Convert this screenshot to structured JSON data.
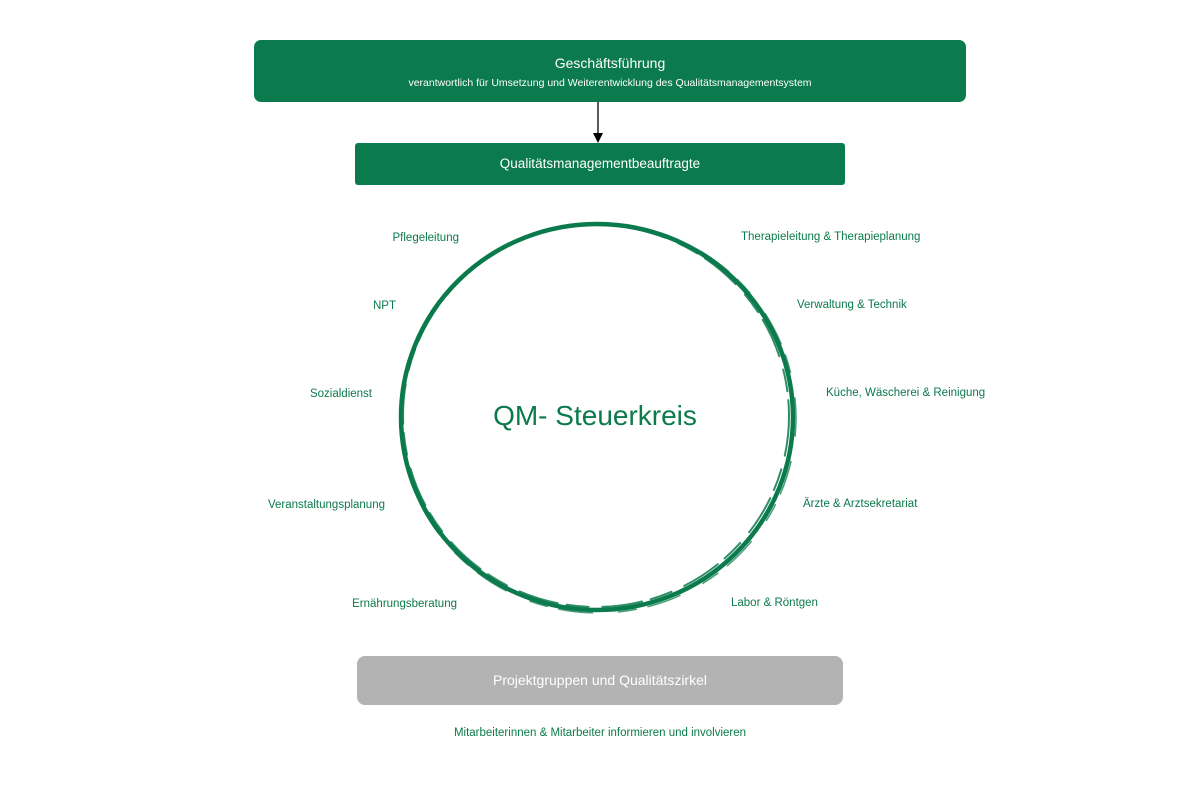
{
  "top_box": {
    "title": "Geschäftsführung",
    "subtitle": "verantwortlich für Umsetzung und Weiterentwicklung des Qualitätsmanagementsystem"
  },
  "qm_box": {
    "label": "Qualitätsmanagementbeauftragte"
  },
  "circle": {
    "title": "QM- Steuerkreis",
    "left_members": [
      "Pflegeleitung",
      "NPT",
      "Sozialdienst",
      "Veranstaltungsplanung",
      "Ernährungsberatung"
    ],
    "right_members": [
      "Therapieleitung & Therapieplanung",
      "Verwaltung & Technik",
      "Küche, Wäscherei & Reinigung",
      "Ärzte & Arztsekretariat",
      "Labor & Röntgen"
    ]
  },
  "group_box": {
    "label": "Projektgruppen und Qualitätszirkel"
  },
  "footer": "Mitarbeiterinnen & Mitarbeiter informieren und involvieren",
  "colors": {
    "brand_green": "#0b7a4c",
    "gray_box": "#b3b3b3",
    "arrow": "#000000"
  }
}
